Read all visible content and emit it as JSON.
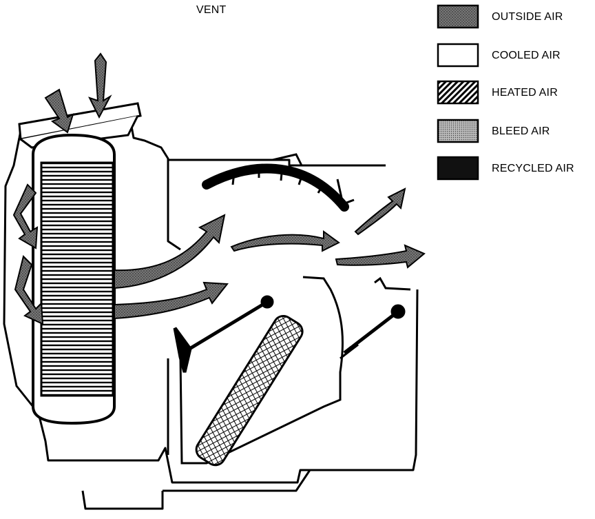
{
  "diagram": {
    "title": "VENT",
    "legend": [
      {
        "key": "outside",
        "label": "OUTSIDE AIR",
        "pattern": "stipple"
      },
      {
        "key": "cooled",
        "label": "COOLED AIR",
        "pattern": "blank"
      },
      {
        "key": "heated",
        "label": "HEATED AIR",
        "pattern": "diagonal-hatch"
      },
      {
        "key": "bleed",
        "label": "BLEED AIR",
        "pattern": "fine-stipple"
      },
      {
        "key": "recycled",
        "label": "RECYCLED AIR",
        "pattern": "solid-dark"
      }
    ],
    "colors": {
      "ink": "#000000",
      "background": "#ffffff"
    }
  }
}
